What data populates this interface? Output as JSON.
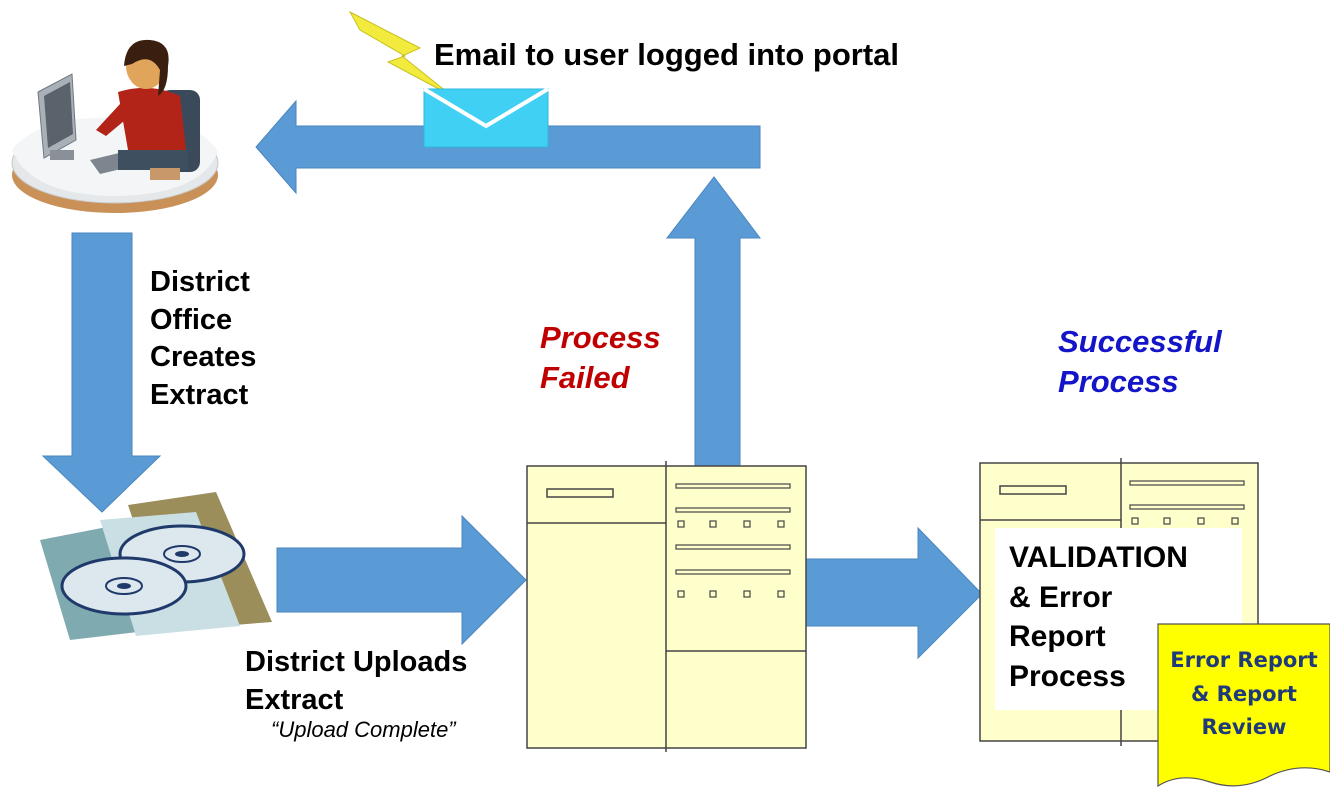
{
  "labels": {
    "email": "Email to user logged into portal",
    "district_creates": [
      "District",
      "Office",
      "Creates",
      "Extract"
    ],
    "process_failed": [
      "Process",
      "Failed"
    ],
    "successful_process": [
      "Successful",
      "Process"
    ],
    "district_uploads": [
      "District Uploads",
      "Extract"
    ],
    "upload_complete": "“Upload Complete”",
    "validation": [
      "VALIDATION",
      "& Error",
      "Report",
      "Process"
    ],
    "error_report_doc": [
      "Error Report",
      "& Report",
      "Review"
    ]
  },
  "colors": {
    "arrow": "#5b9bd5",
    "arrow_stroke": "#4a86be",
    "server_fill": "#ffffcc",
    "failed_text": "#c00000",
    "success_text": "#1414c8",
    "envelope": "#40d0f4",
    "lightning": "#f2ea3c",
    "error_doc": "#ffff00"
  },
  "icons": [
    "user-at-computer-icon",
    "envelope-icon",
    "lightning-icon",
    "cd-discs-icon",
    "server-rack-icon",
    "error-report-document-icon"
  ]
}
